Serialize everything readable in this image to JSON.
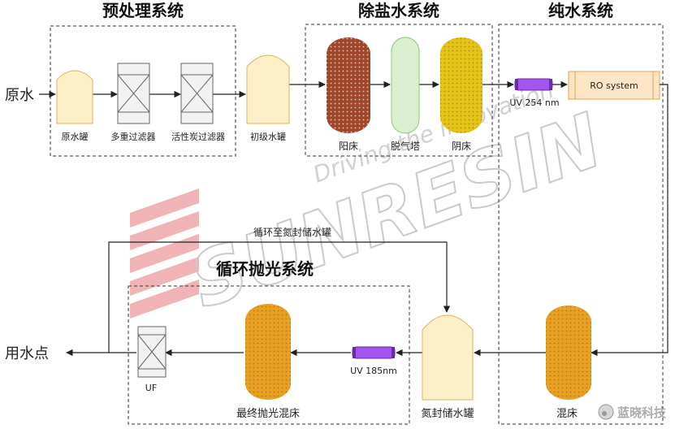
{
  "sections": {
    "pretreatment": "预处理系统",
    "desalination": "除盐水系统",
    "pure_water": "纯水系统",
    "polishing": "循环抛光系统"
  },
  "nodes": {
    "raw_water": "原水",
    "raw_tank": "原水罐",
    "multimedia_filter": "多重过滤器",
    "carbon_filter": "活性炭过滤器",
    "primary_tank": "初级水罐",
    "cation_bed": "阳床",
    "degasser": "脱气塔",
    "anion_bed": "阴床",
    "uv254": "UV 254 nm",
    "ro": "RO system",
    "mixed_bed": "混床",
    "n2_tank": "氮封储水罐",
    "uv185": "UV 185nm",
    "final_mixed_bed": "最终抛光混床",
    "uf": "UF",
    "use_point": "用水点"
  },
  "loop_label": "循环至氮封储水罐",
  "watermark": {
    "brand": "SUNRESIN",
    "slogan": "Driving the innovation",
    "weibo": "蓝晓科技"
  },
  "colors": {
    "tank_cream": "#fdf0c8",
    "tank_stroke": "#d9b45a",
    "cation_brown": "#a0472b",
    "degasser_green": "#d9efcf",
    "anion_yellow": "#e3c418",
    "resin_orange": "#e8a022",
    "uv_purple": "#a455f0",
    "ro_fill": "#fde5c6",
    "watermark_red": "#e6777b"
  }
}
